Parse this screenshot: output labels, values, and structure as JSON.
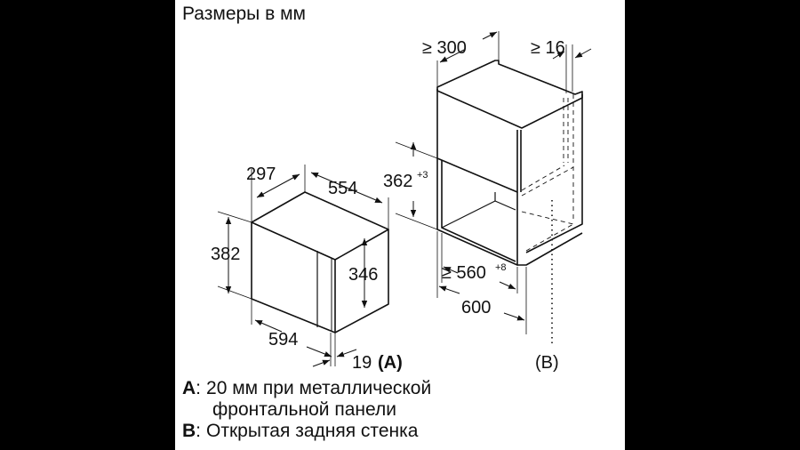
{
  "title": "Размеры в мм",
  "colors": {
    "background": "#000000",
    "sheet": "#ffffff",
    "ink": "#111111"
  },
  "appliance": {
    "depth": "297",
    "width_top": "554",
    "height_total": "382",
    "height_side": "346",
    "width_front": "594",
    "front_offset": "19",
    "front_offset_ref": "(A)"
  },
  "niche": {
    "depth": "≥ 300",
    "rear_gap": "≥ 16",
    "height": "362",
    "height_tol": "+3",
    "width_min": "≥ 560",
    "width_tol": "+8",
    "cabinet_width": "600",
    "rear_ref": "(B)"
  },
  "legend": [
    {
      "key": "A",
      "line1": "20 мм при металлической",
      "line2": "фронтальной панели"
    },
    {
      "key": "B",
      "line1": "Открытая задняя стенка"
    }
  ]
}
